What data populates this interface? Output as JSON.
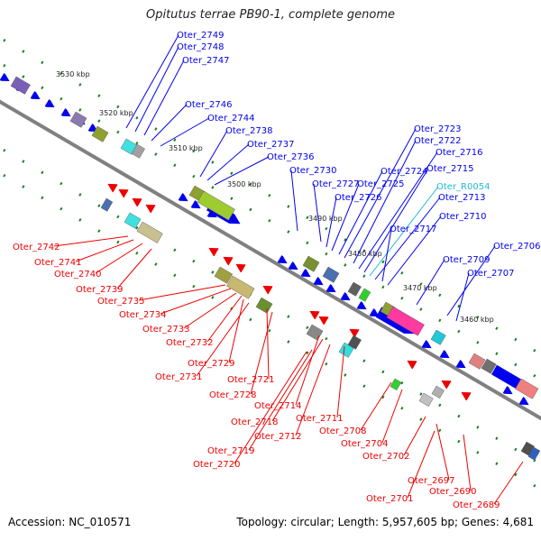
{
  "title": "Opitutus terrae PB90-1, complete genome",
  "footer": {
    "accession": "Accession: NC_010571",
    "summary": "Topology: circular; Length: 5,957,605 bp; Genes: 4,681"
  },
  "colors": {
    "forward": "#0000ee",
    "reverse": "#ee0000",
    "rna": "#22b8d8",
    "backbone": "#808080",
    "tick": "#1a7f1a"
  },
  "scale_labels": [
    "3530 kbp",
    "3520 kbp",
    "3510 kbp",
    "3500 kbp",
    "3490 kbp",
    "3480 kbp",
    "3470 kbp",
    "3460 kbp"
  ],
  "forward_genes": [
    "Oter_2749",
    "Oter_2748",
    "Oter_2747",
    "Oter_2746",
    "Oter_2744",
    "Oter_2738",
    "Oter_2737",
    "Oter_2736",
    "Oter_2730",
    "Oter_2727",
    "Oter_2726",
    "Oter_2725",
    "Oter_2724",
    "Oter_2723",
    "Oter_2722",
    "Oter_2716",
    "Oter_2715",
    "Oter_R0054",
    "Oter_2713",
    "Oter_2717",
    "Oter_2710",
    "Oter_2709",
    "Oter_2706",
    "Oter_2707"
  ],
  "reverse_genes": [
    "Oter_2742",
    "Oter_2741",
    "Oter_2740",
    "Oter_2739",
    "Oter_2735",
    "Oter_2734",
    "Oter_2733",
    "Oter_2732",
    "Oter_2729",
    "Oter_2731",
    "Oter_2721",
    "Oter_2728",
    "Oter_2714",
    "Oter_2718",
    "Oter_2711",
    "Oter_2712",
    "Oter_2708",
    "Oter_2704",
    "Oter_2719",
    "Oter_2702",
    "Oter_2720",
    "Oter_2697",
    "Oter_2690",
    "Oter_2701",
    "Oter_2689"
  ]
}
